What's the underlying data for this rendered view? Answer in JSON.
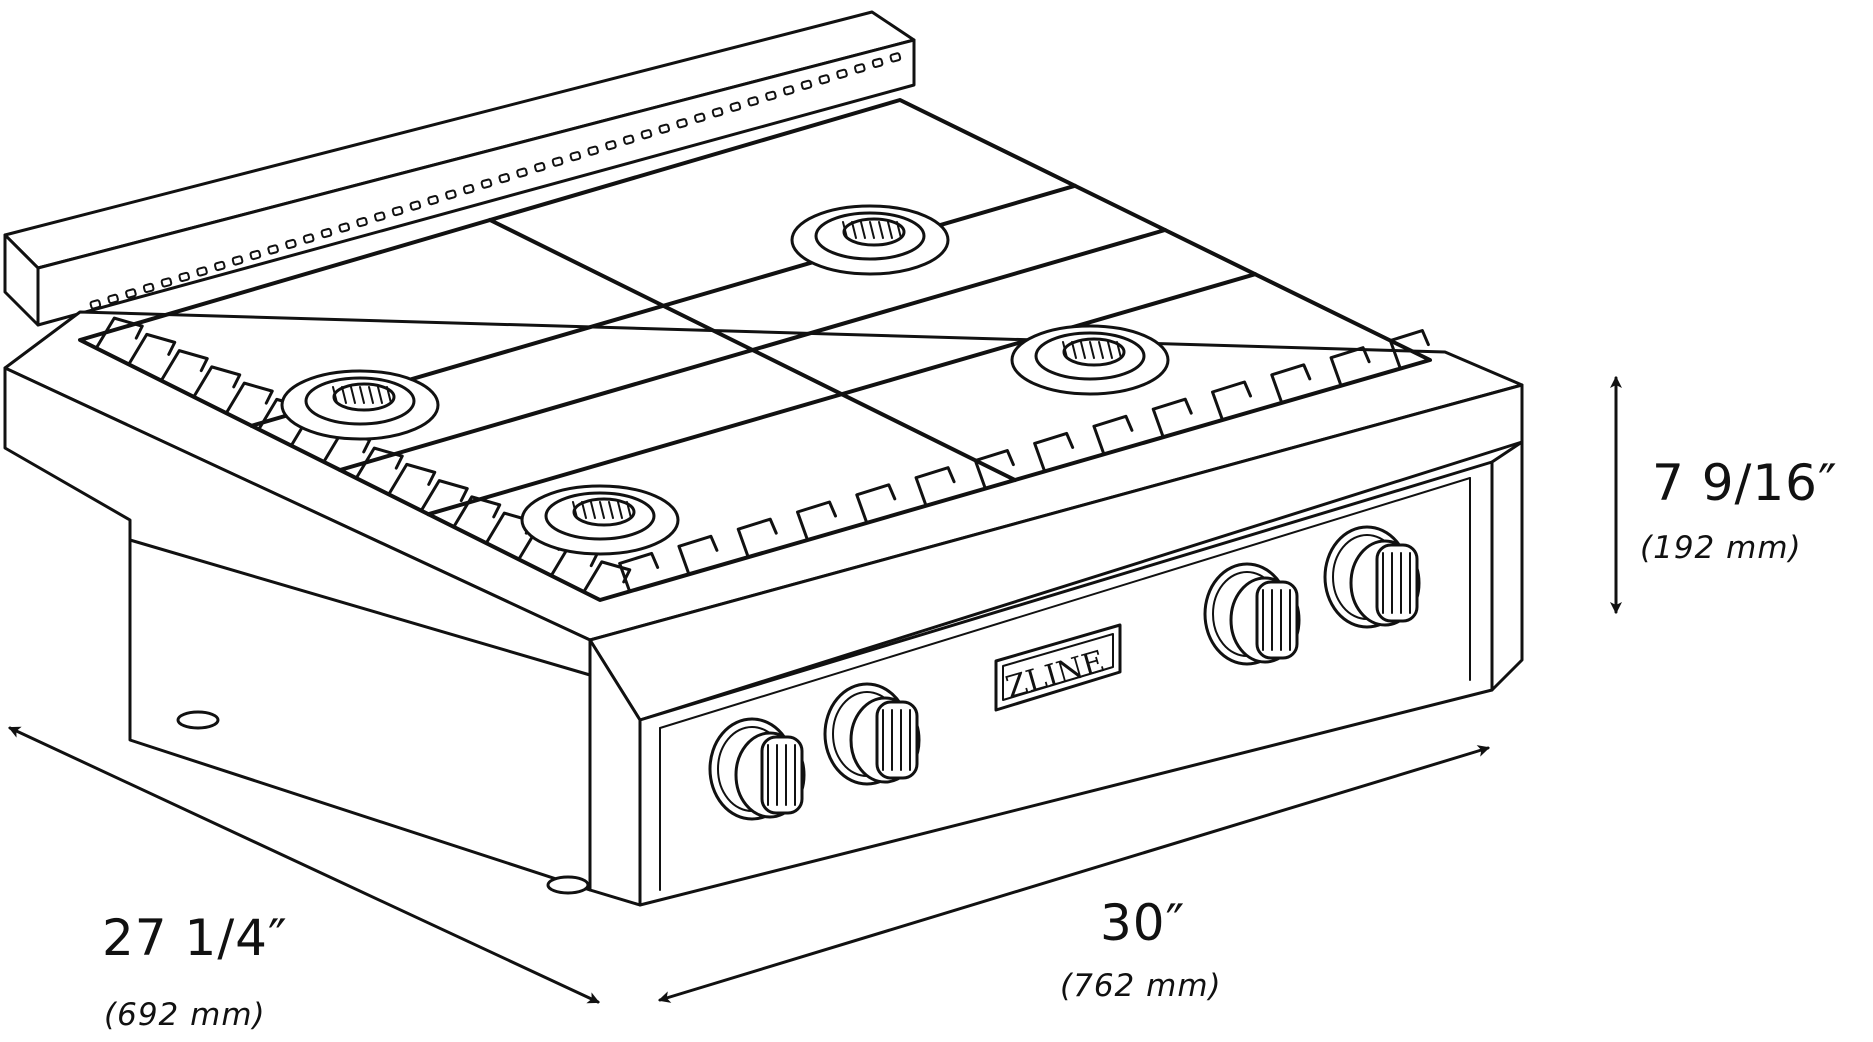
{
  "brand": {
    "logo_text": "ZLINE"
  },
  "dimensions": {
    "height": {
      "imperial": "7 9/16″",
      "metric": "(192 mm)"
    },
    "width": {
      "imperial": "30″",
      "metric": "(762 mm)"
    },
    "depth": {
      "imperial": "27 1/4″",
      "metric": "(692 mm)"
    }
  },
  "appliance": {
    "burners": 4,
    "knobs": 4
  },
  "colors": {
    "line": "#111111",
    "background": "#ffffff"
  }
}
